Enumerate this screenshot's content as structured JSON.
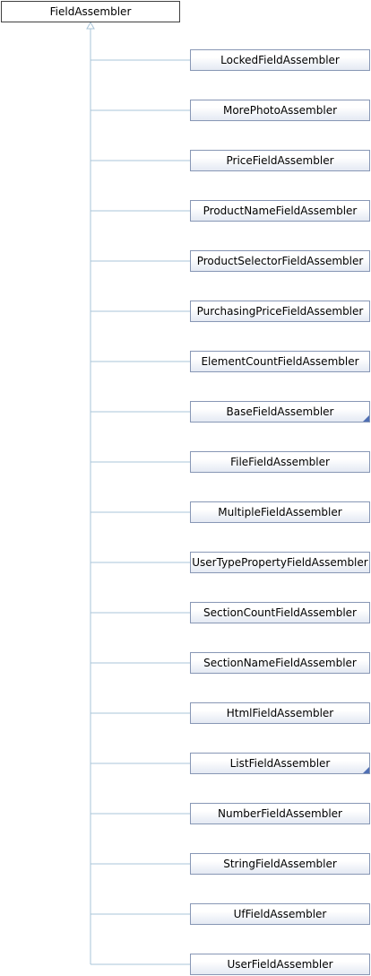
{
  "diagram": {
    "base": {
      "label": "FieldAssembler"
    },
    "colors": {
      "edge": "#a9c4d8",
      "arrow": "#a9c4d8",
      "more": "#4f6fb4"
    },
    "children": [
      {
        "label": "LockedFieldAssembler",
        "has_more": false
      },
      {
        "label": "MorePhotoAssembler",
        "has_more": false
      },
      {
        "label": "PriceFieldAssembler",
        "has_more": false
      },
      {
        "label": "ProductNameFieldAssembler",
        "has_more": false
      },
      {
        "label": "ProductSelectorFieldAssembler",
        "has_more": false
      },
      {
        "label": "PurchasingPriceFieldAssembler",
        "has_more": false
      },
      {
        "label": "ElementCountFieldAssembler",
        "has_more": false
      },
      {
        "label": "BaseFieldAssembler",
        "has_more": true
      },
      {
        "label": "FileFieldAssembler",
        "has_more": false
      },
      {
        "label": "MultipleFieldAssembler",
        "has_more": false
      },
      {
        "label": "UserTypePropertyFieldAssembler",
        "has_more": false
      },
      {
        "label": "SectionCountFieldAssembler",
        "has_more": false
      },
      {
        "label": "SectionNameFieldAssembler",
        "has_more": false
      },
      {
        "label": "HtmlFieldAssembler",
        "has_more": false
      },
      {
        "label": "ListFieldAssembler",
        "has_more": true
      },
      {
        "label": "NumberFieldAssembler",
        "has_more": false
      },
      {
        "label": "StringFieldAssembler",
        "has_more": false
      },
      {
        "label": "UfFieldAssembler",
        "has_more": false
      },
      {
        "label": "UserFieldAssembler",
        "has_more": false
      }
    ]
  }
}
